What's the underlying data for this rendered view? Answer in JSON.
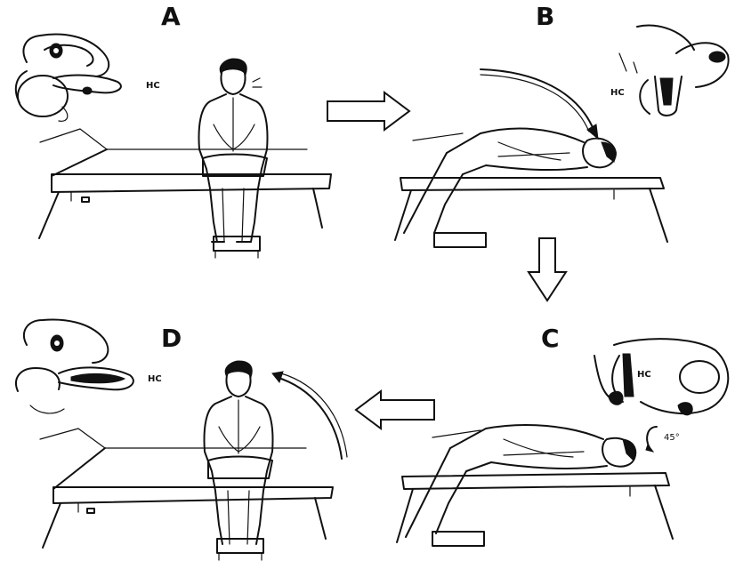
{
  "panels": {
    "a": {
      "letter": "A",
      "canal_label": "HC"
    },
    "b": {
      "letter": "B",
      "canal_label": "HC"
    },
    "c": {
      "letter": "C",
      "canal_label": "HC",
      "angle_label": "45°"
    },
    "d": {
      "letter": "D",
      "canal_label": "HC"
    }
  },
  "arrows": [
    "right-arrow",
    "down-arrow",
    "left-arrow"
  ],
  "colors": {
    "ink": "#111111",
    "background": "#ffffff"
  }
}
